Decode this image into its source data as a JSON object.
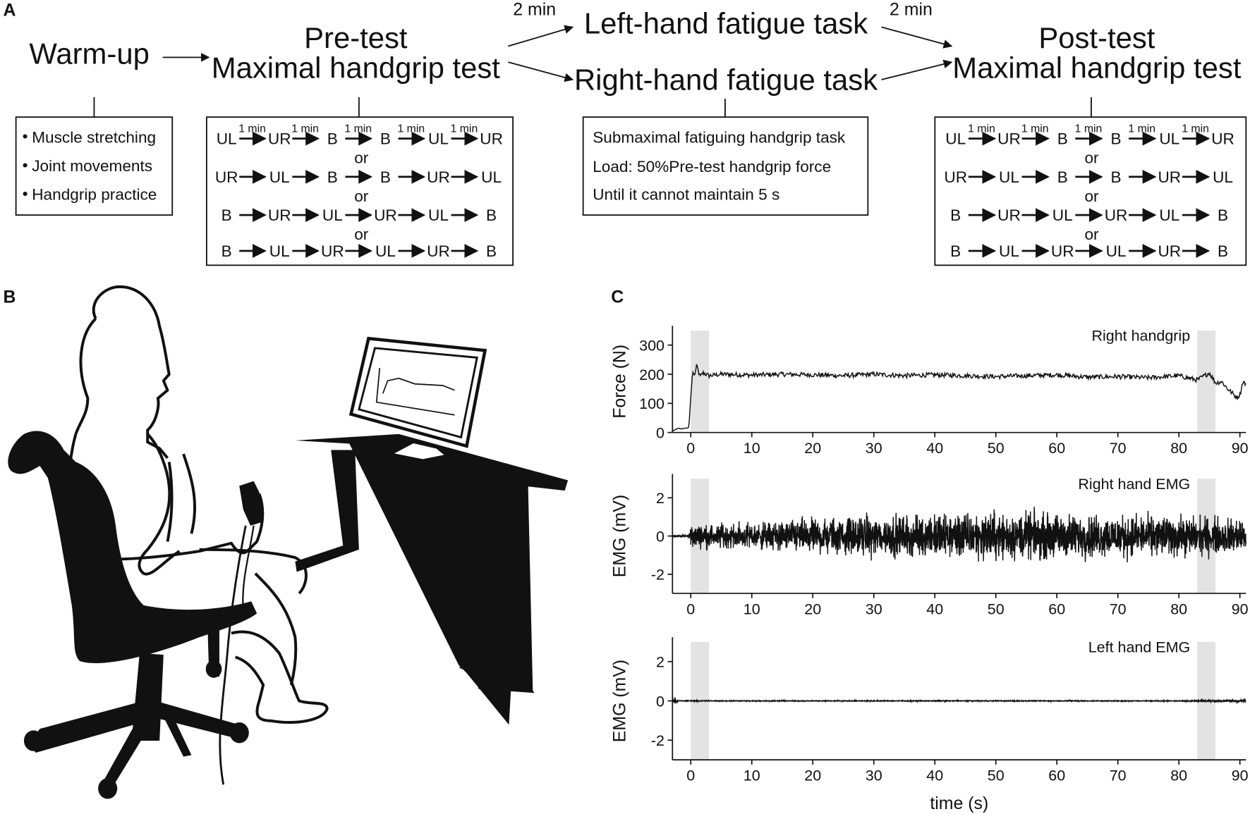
{
  "panels": {
    "a": {
      "letter": "A",
      "warmup": "Warm-up",
      "pretest_line1": "Pre-test",
      "pretest_line2": "Maximal handgrip test",
      "left_task": "Left-hand fatigue task",
      "right_task": "Right-hand fatigue task",
      "posttest_line1": "Post-test",
      "posttest_line2": "Maximal handgrip test",
      "rest_left": "2 min",
      "rest_right": "2 min",
      "warmup_items": [
        "Muscle stretching",
        "Joint movements",
        "Handgrip practice"
      ],
      "task_items": [
        "Submaximal fatiguing handgrip task",
        "Load: 50%Pre-test handgrip force",
        "Until it cannot maintain 5 s"
      ],
      "interval_label": "1 min",
      "or_label": "or",
      "sequences": [
        [
          "UL",
          "UR",
          "B",
          "B",
          "UL",
          "UR"
        ],
        [
          "UR",
          "UL",
          "B",
          "B",
          "UR",
          "UL"
        ],
        [
          "B",
          "UR",
          "UL",
          "UR",
          "UL",
          "B"
        ],
        [
          "B",
          "UL",
          "UR",
          "UL",
          "UR",
          "B"
        ]
      ]
    },
    "b": {
      "letter": "B"
    },
    "c": {
      "letter": "C"
    }
  },
  "chart_data": [
    {
      "type": "line",
      "title": "Right handgrip",
      "ylabel": "Force (N)",
      "xlim": [
        -3,
        91
      ],
      "ylim": [
        0,
        350
      ],
      "yticks": [
        0,
        100,
        200,
        300
      ],
      "xticks": [
        0,
        10,
        20,
        30,
        40,
        50,
        60,
        70,
        80,
        90
      ],
      "shaded_windows": [
        [
          0,
          3
        ],
        [
          83,
          86
        ]
      ],
      "series": [
        {
          "x": [
            -3,
            -2.5,
            -2,
            -1.5,
            -1,
            -0.5,
            -0.3,
            0,
            0.3,
            0.6,
            1,
            1.5,
            2,
            3,
            5,
            10,
            15,
            20,
            25,
            30,
            35,
            40,
            45,
            50,
            55,
            60,
            65,
            70,
            75,
            80,
            83,
            85,
            86,
            87,
            88,
            89,
            89.5,
            90,
            90.5,
            91
          ],
          "y": [
            5,
            10,
            15,
            12,
            15,
            15,
            20,
            120,
            210,
            195,
            230,
            190,
            205,
            195,
            200,
            197,
            200,
            198,
            195,
            200,
            195,
            198,
            195,
            192,
            195,
            198,
            190,
            192,
            188,
            195,
            180,
            205,
            170,
            175,
            150,
            130,
            120,
            130,
            175,
            165
          ]
        }
      ]
    },
    {
      "type": "line",
      "title": "Right hand EMG",
      "ylabel": "EMG (mV)",
      "xlim": [
        -3,
        91
      ],
      "ylim": [
        -3,
        3
      ],
      "yticks": [
        -2,
        0,
        2
      ],
      "xticks": [
        0,
        10,
        20,
        30,
        40,
        50,
        60,
        70,
        80,
        90
      ],
      "shaded_windows": [
        [
          0,
          3
        ],
        [
          83,
          86
        ]
      ],
      "envelope": {
        "x": [
          -3,
          -0.5,
          0,
          10,
          20,
          30,
          40,
          50,
          60,
          70,
          80,
          90,
          91
        ],
        "amplitude": [
          0.05,
          0.05,
          0.5,
          0.6,
          0.8,
          0.9,
          1.0,
          1.1,
          1.0,
          0.95,
          0.9,
          0.8,
          0.8
        ]
      }
    },
    {
      "type": "line",
      "title": "Left hand EMG",
      "ylabel": "EMG (mV)",
      "xlabel": "time (s)",
      "xlim": [
        -3,
        91
      ],
      "ylim": [
        -3,
        3
      ],
      "yticks": [
        -2,
        0,
        2
      ],
      "xticks": [
        0,
        10,
        20,
        30,
        40,
        50,
        60,
        70,
        80,
        90
      ],
      "shaded_windows": [
        [
          0,
          3
        ],
        [
          83,
          86
        ]
      ],
      "envelope": {
        "x": [
          -3,
          -2.5,
          -2,
          80,
          91
        ],
        "amplitude": [
          0.15,
          0.15,
          0.02,
          0.02,
          0.08
        ]
      }
    }
  ]
}
